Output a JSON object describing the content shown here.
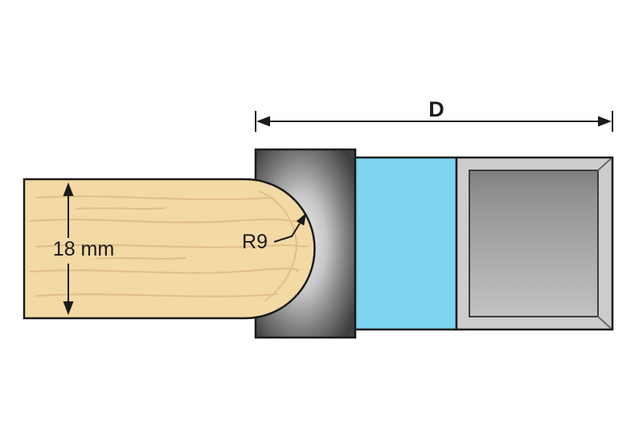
{
  "diagram": {
    "type": "roundover-router-bit-profile",
    "labels": {
      "diameter": "D",
      "thickness": "18 mm",
      "radius": "R9"
    },
    "colors": {
      "background": "#ffffff",
      "outline": "#1a1a1a",
      "wood": "#f3d9a4",
      "wood_grain": "#dfbc83",
      "cutter_highlight": "#f0f0f0",
      "cutter_mid": "#c6c6c6",
      "cutter_shadow": "#7d7d7d",
      "cutter_dark": "#3f3f3f",
      "insert_blue": "#7cd4f0",
      "shank_outer": "#cdcdcd",
      "shank_inner_top": "#7f7f7f",
      "shank_inner_bottom": "#c2c2c2"
    }
  }
}
